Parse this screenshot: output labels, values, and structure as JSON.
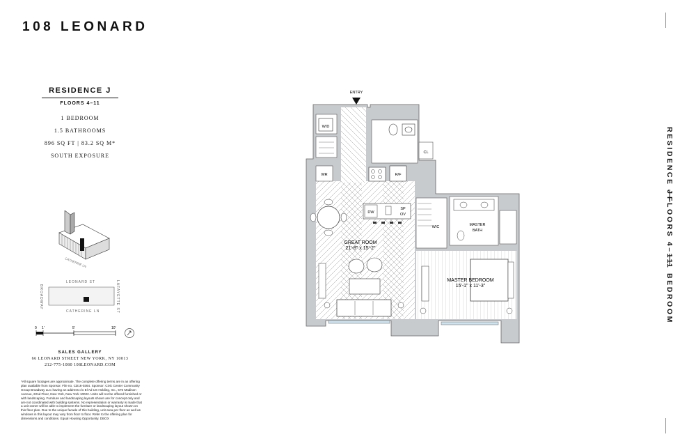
{
  "brand": "108 LEONARD",
  "residence": {
    "title": "RESIDENCE J",
    "floors": "FLOORS 4–11",
    "bedrooms": "1 BEDROOM",
    "bathrooms": "1.5 BATHROOMS",
    "area": "896 SQ FT | 83.2 SQ M*",
    "exposure": "SOUTH EXPOSURE"
  },
  "keyplan": {
    "street_top": "LEONARD ST",
    "street_bottom": "CATHERINE LN",
    "street_left": "BROADWAY",
    "street_right": "LAFAYETTE ST",
    "street_axon": "CATHERINE LN"
  },
  "scale": {
    "ticks": [
      "0",
      "1'",
      "5'",
      "10'"
    ]
  },
  "gallery": {
    "title": "SALES GALLERY",
    "address": "66 LEONARD STREET   NEW YORK, NY 10013",
    "contact": "212-775-1080   108LEONARD.COM"
  },
  "disclaimer": "*All square footages are approximate. The complete offering terms are in an offering plan available from Sponsor. File no. CD16-0364. Sponsor: Civic Center Community Group Broadway LLC having an address c/o El Ad US Holding, Inc., 575 Madison Avenue, 22nd Floor, New York, New York 10022. Units will not be offered furnished or with landscaping. Furniture and landscaping layouts shown are for concept only and are not coordinated with building systems. No representation or warranty is made that a unit owner will be able to implement the furniture or landscaping layout shown on this floor plan. Due to the unique facade of this building, unit area per floor as well as windows in this layout may vary from floor to floor. Refer to the offering plan for dimensions and conditions. Equal Housing Opportunity. DBOX",
  "side_labels": {
    "residence": "RESIDENCE J",
    "floors": "FLOORS 4–11",
    "bedroom": "1 BEDROOM"
  },
  "plan": {
    "entry": "ENTRY",
    "wd": "W/D",
    "wr": "WR",
    "rf": "R/F",
    "cl": "CL",
    "dw": "DW",
    "sp": "SP",
    "ov": "OV",
    "wic": "WIC",
    "master_bath": "MASTER",
    "master_bath_2": "BATH",
    "great_room": "GREAT ROOM",
    "great_room_dims": "21'-8\" x 15'-2\"",
    "master_bedroom": "MASTER BEDROOM",
    "master_bedroom_dims": "15'-1\" x 11'-3\""
  }
}
